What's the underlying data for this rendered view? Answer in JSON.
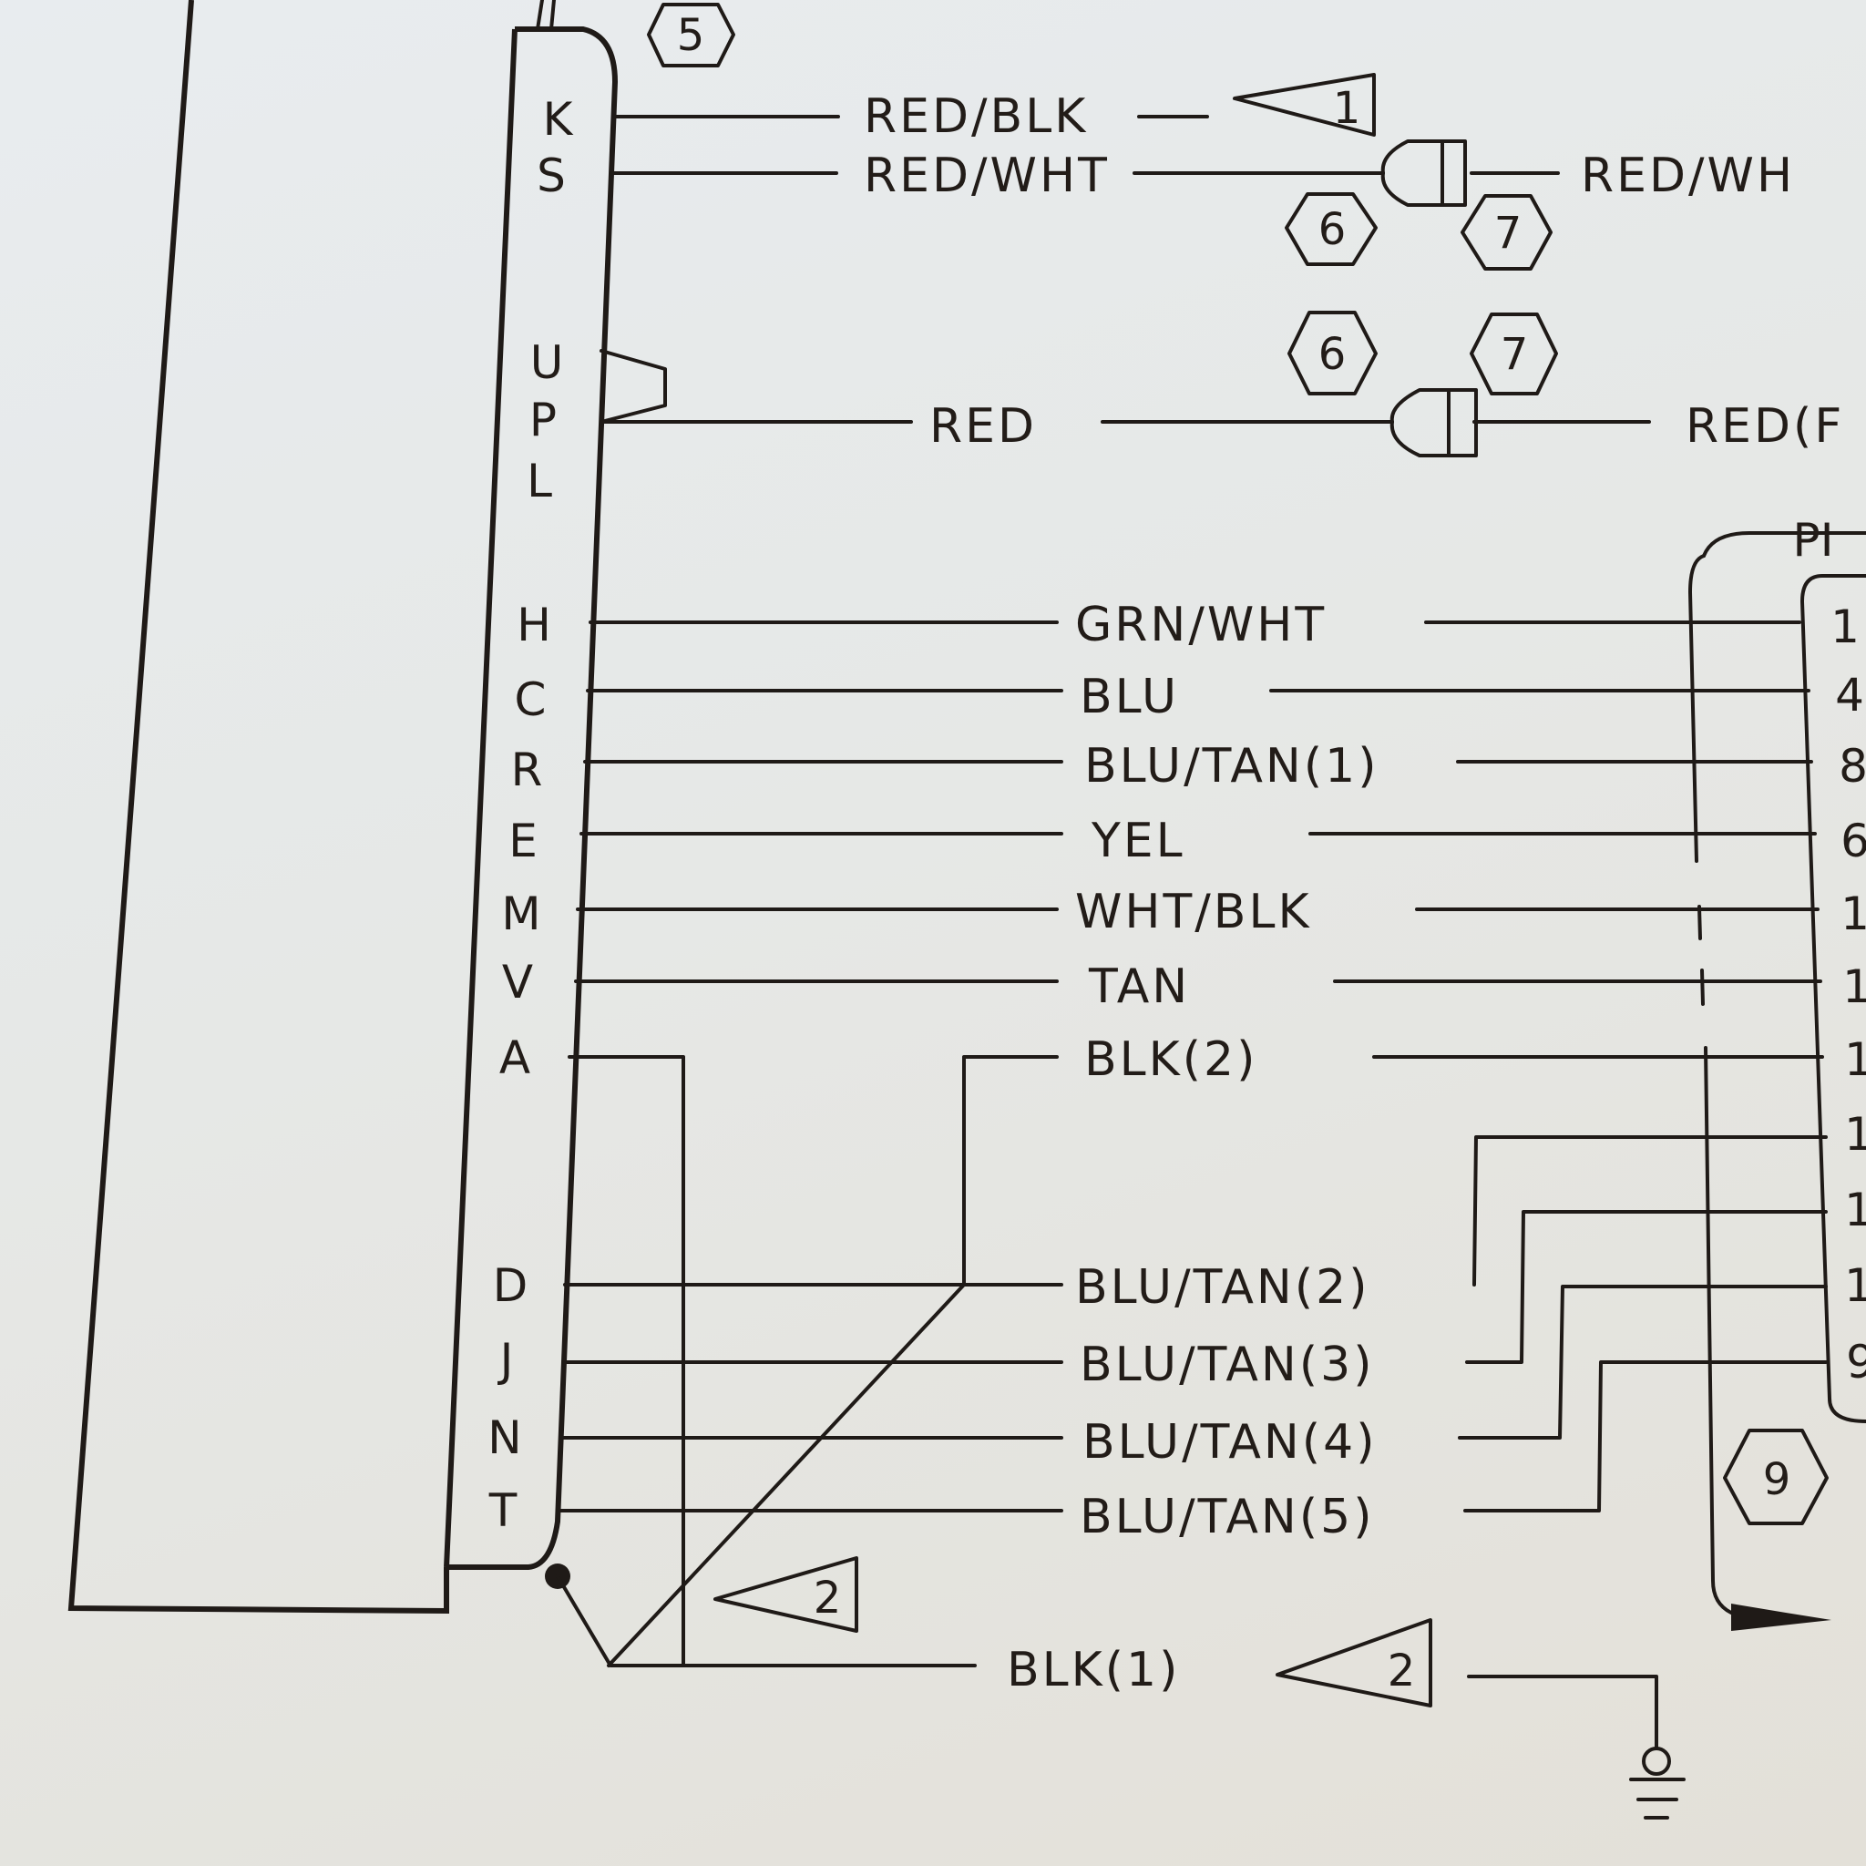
{
  "diagram": {
    "type": "wiring-schematic",
    "left_connector": {
      "pins": [
        "K",
        "S",
        "U",
        "P",
        "L",
        "H",
        "C",
        "R",
        "E",
        "M",
        "V",
        "A",
        "D",
        "J",
        "N",
        "T"
      ]
    },
    "wires": [
      {
        "pin": "K",
        "color": "RED/BLK",
        "terminates": "reference-flag-1"
      },
      {
        "pin": "S",
        "color": "RED/WHT",
        "continues_as": "RED/WHT"
      },
      {
        "pin": "P",
        "color": "RED",
        "continues_as": "RED(F"
      },
      {
        "pin": "H",
        "color": "GRN/WHT",
        "to_p1": "1?"
      },
      {
        "pin": "C",
        "color": "BLU",
        "to_p1": "4"
      },
      {
        "pin": "R",
        "color": "BLU/TAN(1)",
        "to_p1": "8"
      },
      {
        "pin": "E",
        "color": "YEL",
        "to_p1": "6"
      },
      {
        "pin": "M",
        "color": "WHT/BLK",
        "to_p1": "1"
      },
      {
        "pin": "V",
        "color": "TAN",
        "to_p1": "1"
      },
      {
        "pin": "A",
        "color": "BLK(2)",
        "to_p1": "1"
      },
      {
        "pin": "D",
        "color": "BLU/TAN(2)",
        "to_p1": "1"
      },
      {
        "pin": "J",
        "color": "BLU/TAN(3)",
        "to_p1": "1"
      },
      {
        "pin": "N",
        "color": "BLU/TAN(4)",
        "to_p1": "1"
      },
      {
        "pin": "T",
        "color": "BLU/TAN(5)",
        "to_p1": "9"
      }
    ],
    "ground_wire": {
      "color": "BLK(1)",
      "flag": "2"
    },
    "labels": {
      "red_blk": "RED/BLK",
      "red_wht": "RED/WHT",
      "red_wht_out": "RED/WH",
      "red": "RED",
      "red_out": "RED(F",
      "grn_wht": "GRN/WHT",
      "blu": "BLU",
      "blu_tan1": "BLU/TAN(1)",
      "yel": "YEL",
      "wht_blk": "WHT/BLK",
      "tan": "TAN",
      "blk2": "BLK(2)",
      "blu_tan2": "BLU/TAN(2)",
      "blu_tan3": "BLU/TAN(3)",
      "blu_tan4": "BLU/TAN(4)",
      "blu_tan5": "BLU/TAN(5)",
      "blk1": "BLK(1)"
    },
    "hex_refs": {
      "r5": "5",
      "r6a": "6",
      "r7a": "7",
      "r6b": "6",
      "r7b": "7",
      "r9": "9"
    },
    "flags": {
      "f1": "1",
      "f2a": "2",
      "f2b": "2"
    },
    "p1_connector": {
      "title": "PI",
      "pins_visible": [
        "1",
        "4",
        "8",
        "6",
        "1",
        "1",
        "1",
        "1",
        "1",
        "1",
        "9"
      ]
    }
  }
}
